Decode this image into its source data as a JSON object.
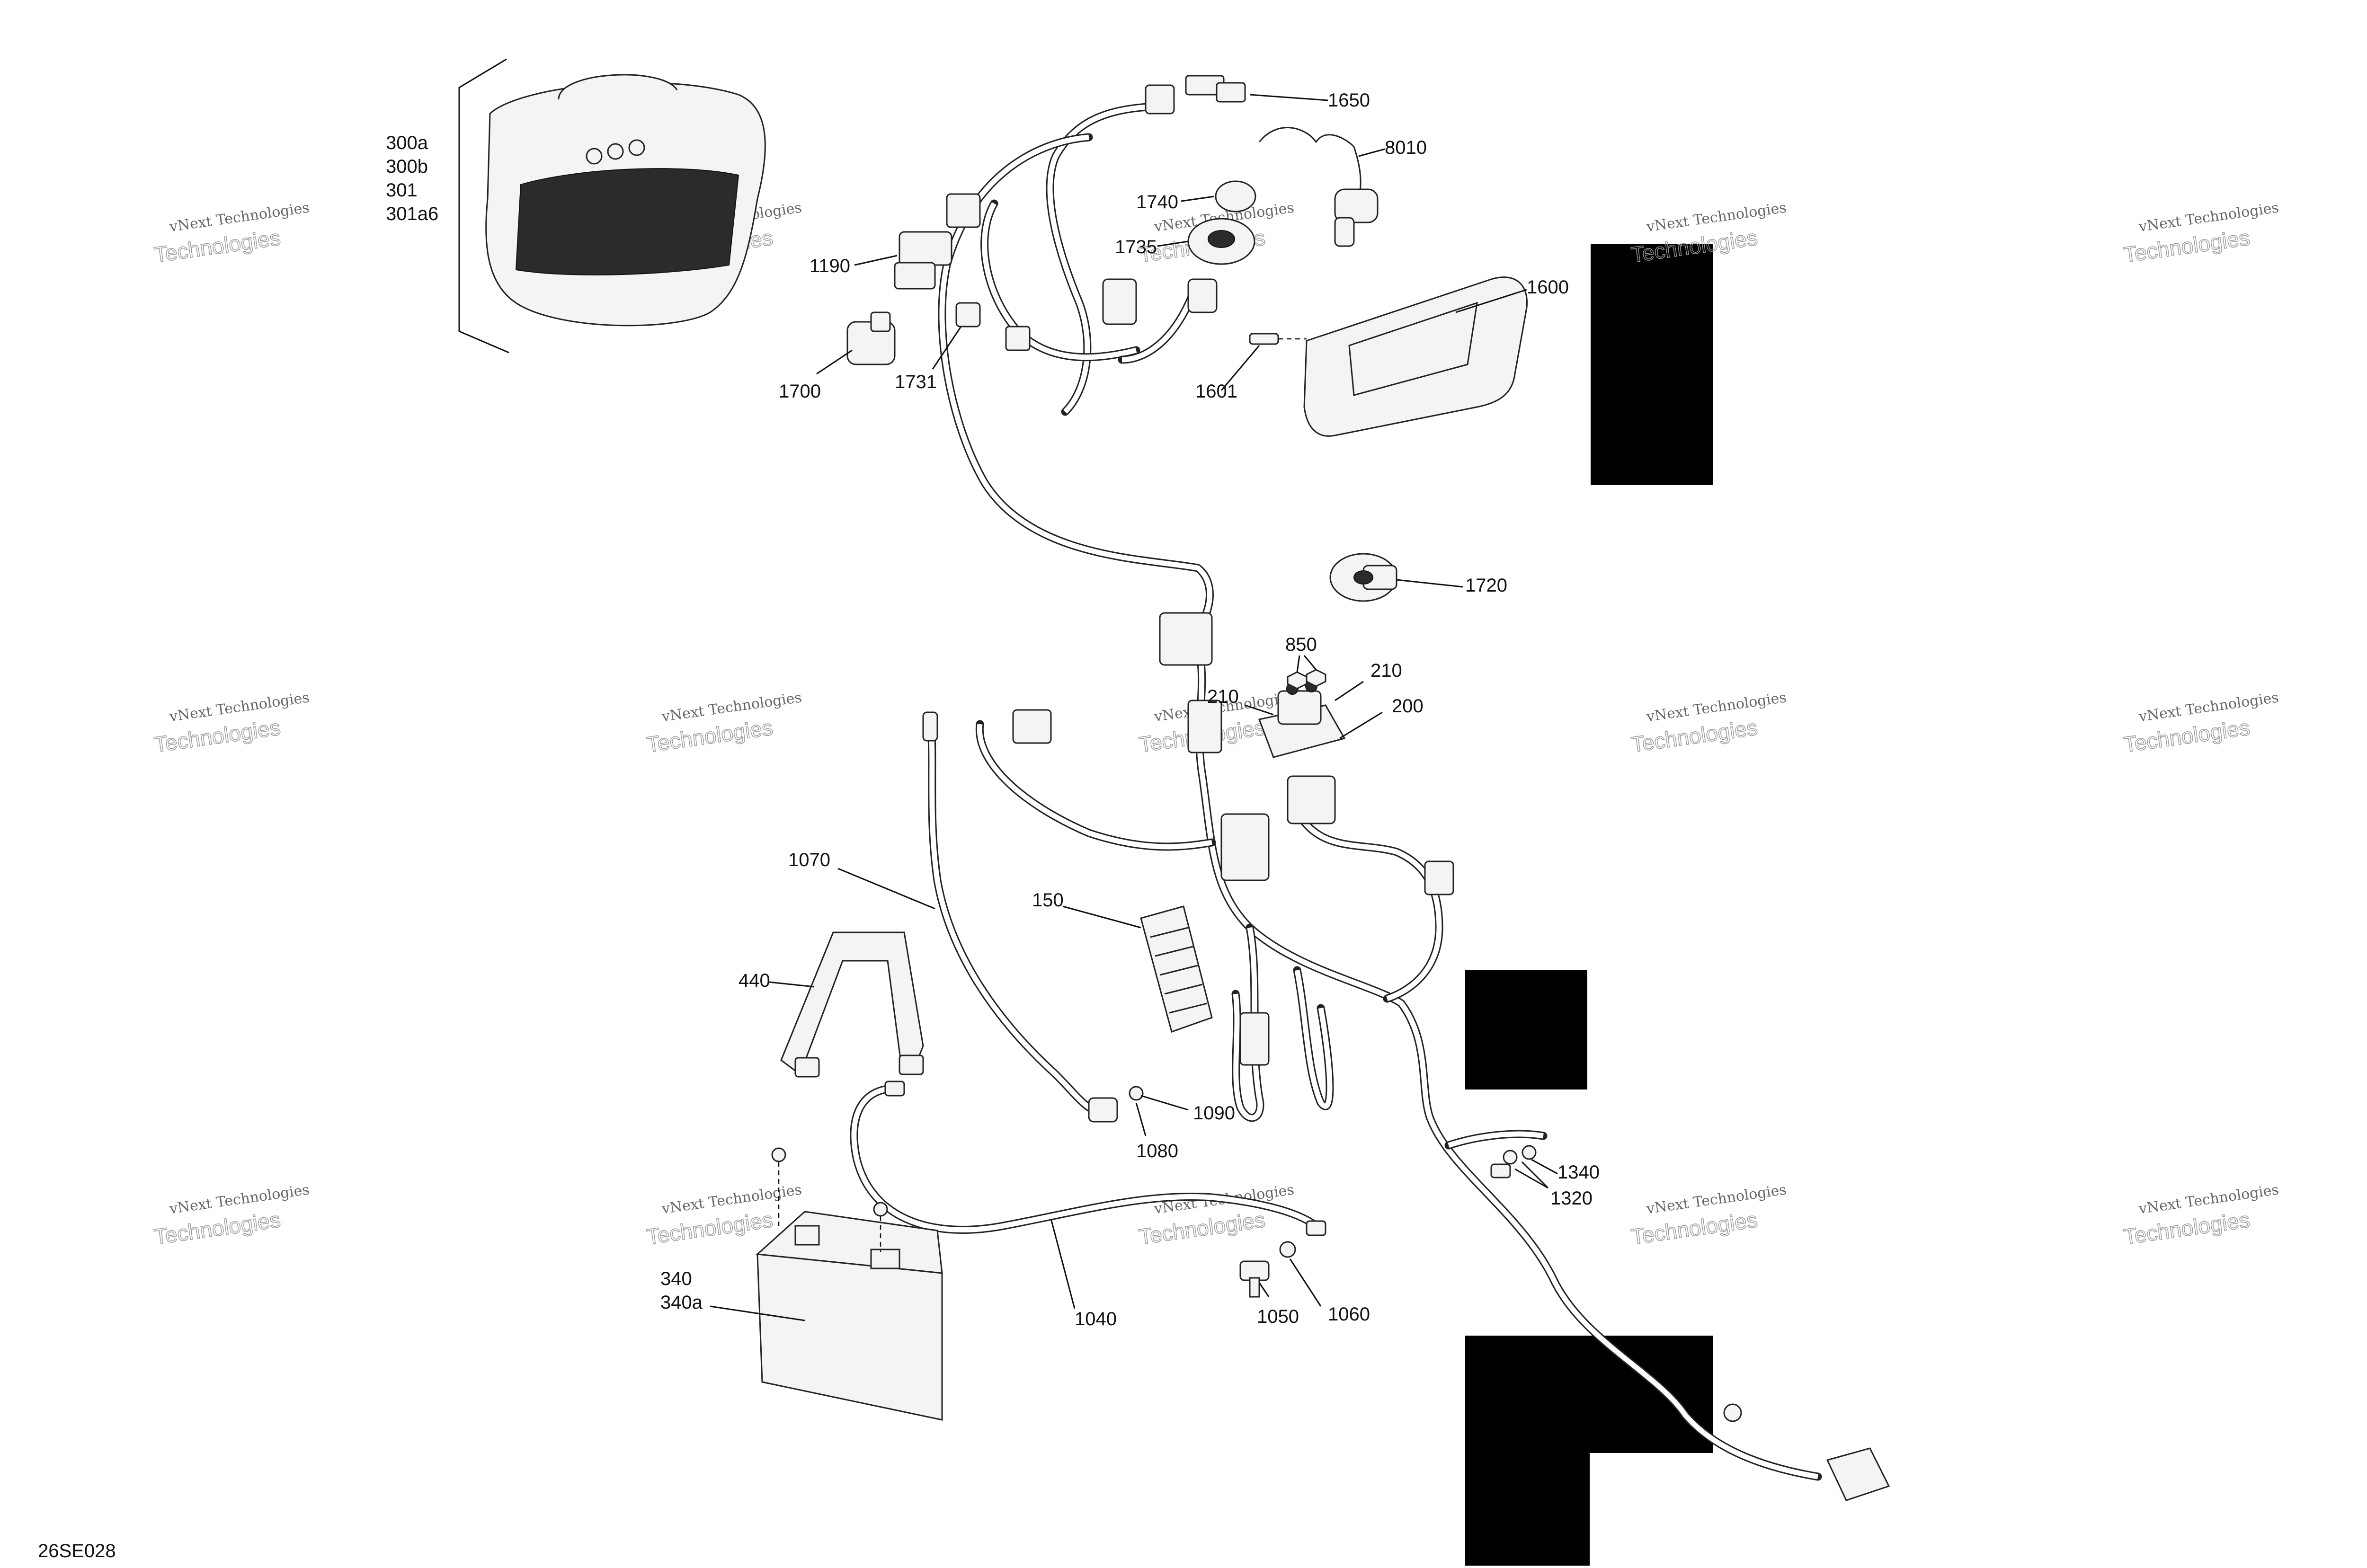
{
  "document_id": "26SE028",
  "watermark": {
    "line1": "vNext Technologies",
    "line2": "Technologies"
  },
  "callouts": {
    "c300": [
      "300a",
      "300b",
      "301",
      "301a6"
    ],
    "c1650": "1650",
    "c8010": "8010",
    "c1740": "1740",
    "c1735": "1735",
    "c1190": "1190",
    "c1700": "1700",
    "c1731": "1731",
    "c1601": "1601",
    "c1600": "1600",
    "c1720": "1720",
    "c850": "850",
    "c210a": "210",
    "c210b": "210",
    "c200": "200",
    "c1070": "1070",
    "c150": "150",
    "c440": "440",
    "c1090": "1090",
    "c1080": "1080",
    "c1340": "1340",
    "c1320": "1320",
    "c340": "340",
    "c340a": "340a",
    "c1040": "1040",
    "c1050": "1050",
    "c1060": "1060"
  }
}
